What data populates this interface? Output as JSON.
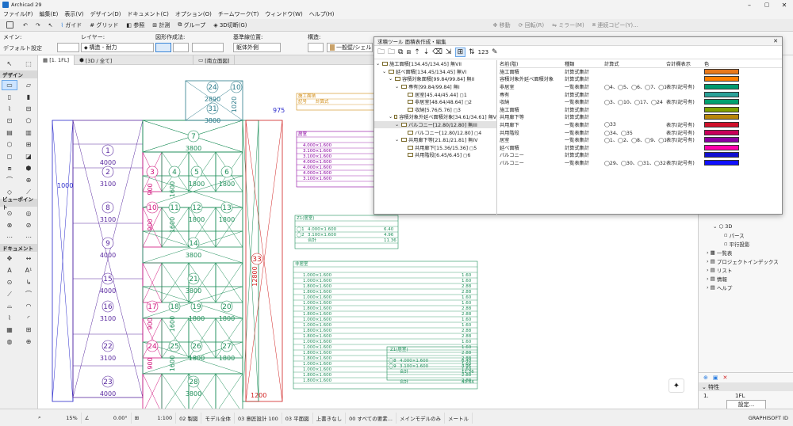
{
  "app": {
    "title": "Archicad 29"
  },
  "menu": [
    "ファイル(F)",
    "編集(E)",
    "表示(V)",
    "デザイン(D)",
    "ドキュメント(C)",
    "オプション(O)",
    "チームワーク(T)",
    "ウィンドウ(W)",
    "ヘルプ(H)"
  ],
  "toolbar": {
    "guide": "ガイド",
    "grid": "グリッド",
    "ref": "参照",
    "calc": "計測",
    "group": "グループ",
    "cut3d": "3D切断(G)",
    "move": "移動",
    "rotate": "回転(R)",
    "mirror": "ミラー(M)",
    "multicopy": "連続コピー(Y)..."
  },
  "infobox": {
    "main_label": "メイン:",
    "layer_label": "レイヤー:",
    "method_label": "図形作成法:",
    "ref_label": "基準線位置:",
    "struct_label": "構造:",
    "default_setting": "デフォルト設定",
    "layer_value": "構造 - 耐力",
    "ref_value": "躯体外側",
    "struct_value": "一般壁/シェル"
  },
  "tabs": [
    "[1. 1FL]",
    "[3D / 全て]",
    "[南立面図]"
  ],
  "toolbox": {
    "design": "デザイン",
    "viewpoint": "ビューポイント",
    "document": "ドキュメント"
  },
  "dialog": {
    "title": "求積ツール 面積表作成・編集",
    "tree": [
      {
        "indent": 0,
        "label": "施工面積[134.45/134.45] 無VII",
        "expanded": true
      },
      {
        "indent": 1,
        "label": "延べ面積[134.45/134.45] 無VI",
        "expanded": true
      },
      {
        "indent": 2,
        "label": "容積対象面積[99.84/99.84] 無II",
        "expanded": true
      },
      {
        "indent": 3,
        "label": "専有[99.84/99.84] 無I",
        "expanded": true
      },
      {
        "indent": 4,
        "label": "居室[45.44/45.44] ◻1",
        "expanded": false
      },
      {
        "indent": 4,
        "label": "非居室[48.64/48.64] ◻2",
        "expanded": false
      },
      {
        "indent": 4,
        "label": "収納[5.76/5.76] ◻3",
        "expanded": false
      },
      {
        "indent": 2,
        "label": "容積対象外延べ面積対象[34.61/34.61] 無V",
        "expanded": true
      },
      {
        "indent": 3,
        "label": "バルコニー[12.80/12.80] 無III",
        "expanded": true,
        "selected": true
      },
      {
        "indent": 4,
        "label": "バルコニー[12.80/12.80] ◻4",
        "expanded": false
      },
      {
        "indent": 3,
        "label": "共用廊下等[21.81/21.81] 無IV",
        "expanded": true
      },
      {
        "indent": 4,
        "label": "共用廊下[15.36/15.36] ◻5",
        "expanded": false
      },
      {
        "indent": 4,
        "label": "共用階段[6.45/6.45] ◻6",
        "expanded": false
      }
    ],
    "list_headers": {
      "name": "名前(階)",
      "type": "種類",
      "formula": "計算式",
      "display": "合計欄表示",
      "color": "色"
    },
    "list": [
      {
        "name": "施工面積",
        "type": "計算式集計",
        "formula": "",
        "display": "",
        "color": "#e8791a"
      },
      {
        "name": "容積対象外延べ面積対象",
        "type": "計算式集計",
        "formula": "",
        "display": "",
        "color": "#ff7f00"
      },
      {
        "name": "非居室",
        "type": "一覧表集計",
        "formula": "◯4、◯5、◯6、◯7、◯11、",
        "display": "表示(記号有)",
        "color": "#009a6e"
      },
      {
        "name": "専有",
        "type": "計算式集計",
        "formula": "",
        "display": "",
        "color": "#2aa198"
      },
      {
        "name": "収納",
        "type": "一覧表集計",
        "formula": "◯3、◯10、◯17、◯24",
        "display": "表示(記号有)",
        "color": "#00a070"
      },
      {
        "name": "施工面積",
        "type": "計算式集計",
        "formula": "",
        "display": "",
        "color": "#7fa000"
      },
      {
        "name": "共用廊下等",
        "type": "計算式集計",
        "formula": "",
        "display": "",
        "color": "#b8860b"
      },
      {
        "name": "共用廊下",
        "type": "一覧表集計",
        "formula": "◯33",
        "display": "表示(記号有)",
        "color": "#d0102a"
      },
      {
        "name": "共用階段",
        "type": "一覧表集計",
        "formula": "◯34、◯35",
        "display": "表示(記号有)",
        "color": "#c8005a"
      },
      {
        "name": "居室",
        "type": "一覧表集計",
        "formula": "◯1、◯2、◯8、◯9、◯15、",
        "display": "表示(記号有)",
        "color": "#8a00a0"
      },
      {
        "name": "延べ面積",
        "type": "計算式集計",
        "formula": "",
        "display": "",
        "color": "#ff00aa"
      },
      {
        "name": "バルコニー",
        "type": "計算式集計",
        "formula": "",
        "display": "",
        "color": "#1010d0"
      },
      {
        "name": "バルコニー",
        "type": "一覧表集計",
        "formula": "◯29、◯30、◯31、◯32",
        "display": "表示(記号有)",
        "color": "#1010ff"
      }
    ]
  },
  "navigator": {
    "items": [
      "3D",
      "パース",
      "平行投影",
      "一覧表",
      "プロジェクトインデックス",
      "リスト",
      "情報",
      "ヘルプ"
    ],
    "props_title": "特性",
    "props_story": "1.",
    "props_story_name": "1FL",
    "settings": "設定..."
  },
  "plan": {
    "rooms": [
      {
        "n": "24",
        "v": "2890"
      },
      {
        "n": "10",
        "v": "1020"
      },
      {
        "n": "31",
        "v": "3800"
      },
      {
        "n": "1",
        "v": "4000"
      },
      {
        "n": "7",
        "v": "3800"
      },
      {
        "n": "2",
        "v": "3100"
      },
      {
        "n": "3",
        "v": "900"
      },
      {
        "n": "4",
        "v": "1600"
      },
      {
        "n": "5",
        "v": "1800"
      },
      {
        "n": "6",
        "v": "1800"
      },
      {
        "n": "8",
        "v": "3100"
      },
      {
        "n": "10",
        "v": "900"
      },
      {
        "n": "11",
        "v": "1600"
      },
      {
        "n": "12",
        "v": "1800"
      },
      {
        "n": "13",
        "v": "1800"
      },
      {
        "n": "9",
        "v": "4000"
      },
      {
        "n": "14",
        "v": "3800"
      },
      {
        "n": "15",
        "v": "4000"
      },
      {
        "n": "21",
        "v": "3800"
      },
      {
        "n": "16",
        "v": "3100"
      },
      {
        "n": "17",
        "v": "900"
      },
      {
        "n": "18",
        "v": "1600"
      },
      {
        "n": "19",
        "v": "1800"
      },
      {
        "n": "20",
        "v": "1800"
      },
      {
        "n": "22",
        "v": "3100"
      },
      {
        "n": "24",
        "v": "900"
      },
      {
        "n": "25",
        "v": "1600"
      },
      {
        "n": "26",
        "v": "1800"
      },
      {
        "n": "27",
        "v": "1800"
      },
      {
        "n": "23",
        "v": "4000"
      },
      {
        "n": "28",
        "v": "3800"
      },
      {
        "n": "33",
        "v": "12800"
      },
      {
        "n": "975",
        "v": ""
      },
      {
        "n": "1000",
        "v": ""
      },
      {
        "n": "1200",
        "v": ""
      }
    ],
    "tbl_sekou_title": "施工面積",
    "tbl_sekou_col1": "記号",
    "tbl_sekou_col2": "計算式",
    "tbl_kyoshitsu_title": "居室",
    "tbl_kyoshitsu_rows": [
      "4.000×1.600",
      "3.100×1.600",
      "3.100×1.600",
      "4.000×1.600",
      "4.000×1.600",
      "4.000×1.600",
      "3.100×1.600"
    ],
    "tbl_z_title": "Z1(居室)",
    "tbl_z_rows": [
      [
        "◯1",
        "4.000×1.600",
        "6.40"
      ],
      [
        "◯2",
        "3.100×1.600",
        "4.96"
      ]
    ],
    "tbl_z_total": [
      "合計",
      "11.36"
    ],
    "tbl_hi_title": "非居室",
    "tbl_hi_rows": [
      "1.000×1.600",
      "1.000×1.600",
      "1.800×1.600",
      "1.800×1.600",
      "1.000×1.600",
      "1.000×1.600",
      "1.800×1.600",
      "1.800×1.600",
      "1.000×1.600",
      "1.000×1.600",
      "1.800×1.600",
      "1.800×1.600",
      "1.000×1.600",
      "1.000×1.600",
      "1.800×1.600",
      "1.800×1.600",
      "1.000×1.600",
      "1.000×1.600",
      "1.800×1.600",
      "1.800×1.600"
    ],
    "tbl_hi_vals": [
      "1.60",
      "1.60",
      "2.88",
      "2.88",
      "1.60",
      "1.60",
      "2.88",
      "2.88",
      "1.60",
      "1.60",
      "2.88",
      "2.88",
      "1.60",
      "1.60",
      "2.88",
      "2.88",
      "1.60",
      "1.60",
      "2.88",
      "2.88"
    ],
    "tbl_z2_title": "Z1(居室)",
    "tbl_z2_rows": [
      [
        "◯8",
        "4.000×1.600",
        "6.40"
      ],
      [
        "◯9",
        "3.100×1.600",
        "4.96"
      ]
    ],
    "tbl_z2_total": [
      "合計",
      "11.36"
    ],
    "tbl_hi_total": [
      "合計",
      "40.64"
    ]
  },
  "status": {
    "zoom": "15%",
    "angle": "0.00°",
    "scale": "1:100",
    "pen": "02 製図",
    "model": "モデル全体",
    "tmpl": "03 意匠設計 100",
    "plan": "03 平面図",
    "override": "上書きなし",
    "renov": "00 すべての要素...",
    "design": "メインモデルのみ",
    "unit": "メートル",
    "brand": "GRAPHISOFT ID"
  }
}
